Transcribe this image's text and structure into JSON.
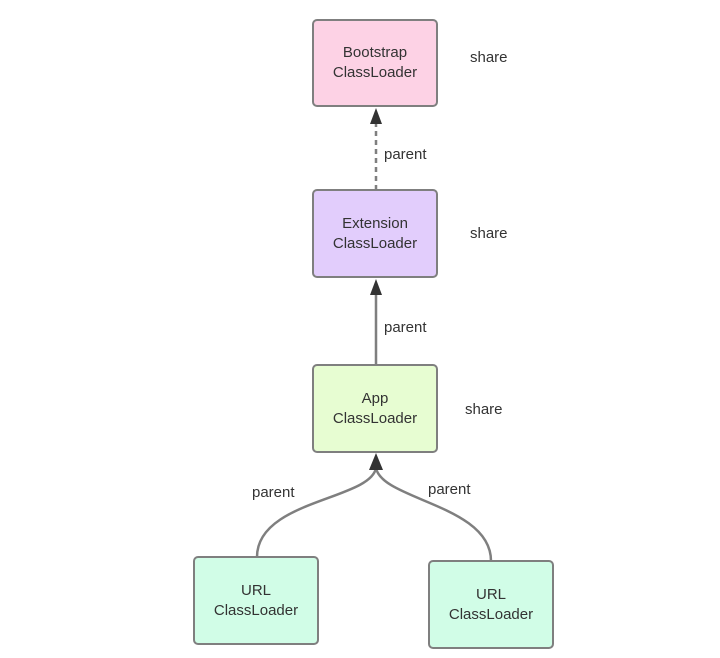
{
  "colors": {
    "bootstrap_fill": "#fdd2e5",
    "extension_fill": "#e2cdfc",
    "app_fill": "#e7fdd2",
    "url_fill": "#d1fde7",
    "border": "#7f7f7f",
    "edge": "#7f7f7f",
    "arrowhead": "#333333"
  },
  "nodes": {
    "bootstrap": {
      "line1": "Bootstrap",
      "line2": "ClassLoader",
      "note": "share"
    },
    "extension": {
      "line1": "Extension",
      "line2": "ClassLoader",
      "note": "share"
    },
    "app": {
      "line1": "App",
      "line2": "ClassLoader",
      "note": "share"
    },
    "url_left": {
      "line1": "URL",
      "line2": "ClassLoader"
    },
    "url_right": {
      "line1": "URL",
      "line2": "ClassLoader"
    }
  },
  "edges": {
    "extension_to_bootstrap": {
      "label": "parent",
      "style": "dashed"
    },
    "app_to_extension": {
      "label": "parent",
      "style": "solid"
    },
    "url_left_to_app": {
      "label": "parent",
      "style": "solid"
    },
    "url_right_to_app": {
      "label": "parent",
      "style": "solid"
    }
  }
}
